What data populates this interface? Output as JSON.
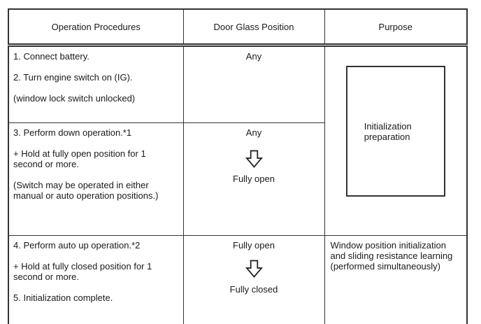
{
  "colors": {
    "background": "#ffffff",
    "text": "#1a1a1a",
    "border": "#333333"
  },
  "icons": {
    "glass_transition": "down-arrow-icon"
  },
  "table": {
    "headers": [
      "Operation Procedures",
      "Door Glass Position",
      "Purpose"
    ],
    "steps": [
      {
        "lines": [
          "1. Connect battery.",
          "2. Turn engine switch on (IG).",
          "(window lock switch unlocked)"
        ],
        "glass_position": "Any"
      },
      {
        "lines": [
          "3. Perform down operation.*1",
          "+ Hold at fully open position for 1 second or more.",
          "(Switch may be operated in either manual or auto operation positions.)"
        ],
        "glass_from": "Any",
        "glass_to": "Fully open"
      },
      {
        "lines": [
          "4. Perform auto up operation.*2",
          "+ Hold at fully closed position for 1 second or more.",
          "5. Initialization complete."
        ],
        "glass_from": "Fully open",
        "glass_to": "Fully closed",
        "purpose": "Window position initialization and sliding resistance learning (performed simultaneously)"
      }
    ],
    "preparation_purpose": "Initialization preparation"
  }
}
